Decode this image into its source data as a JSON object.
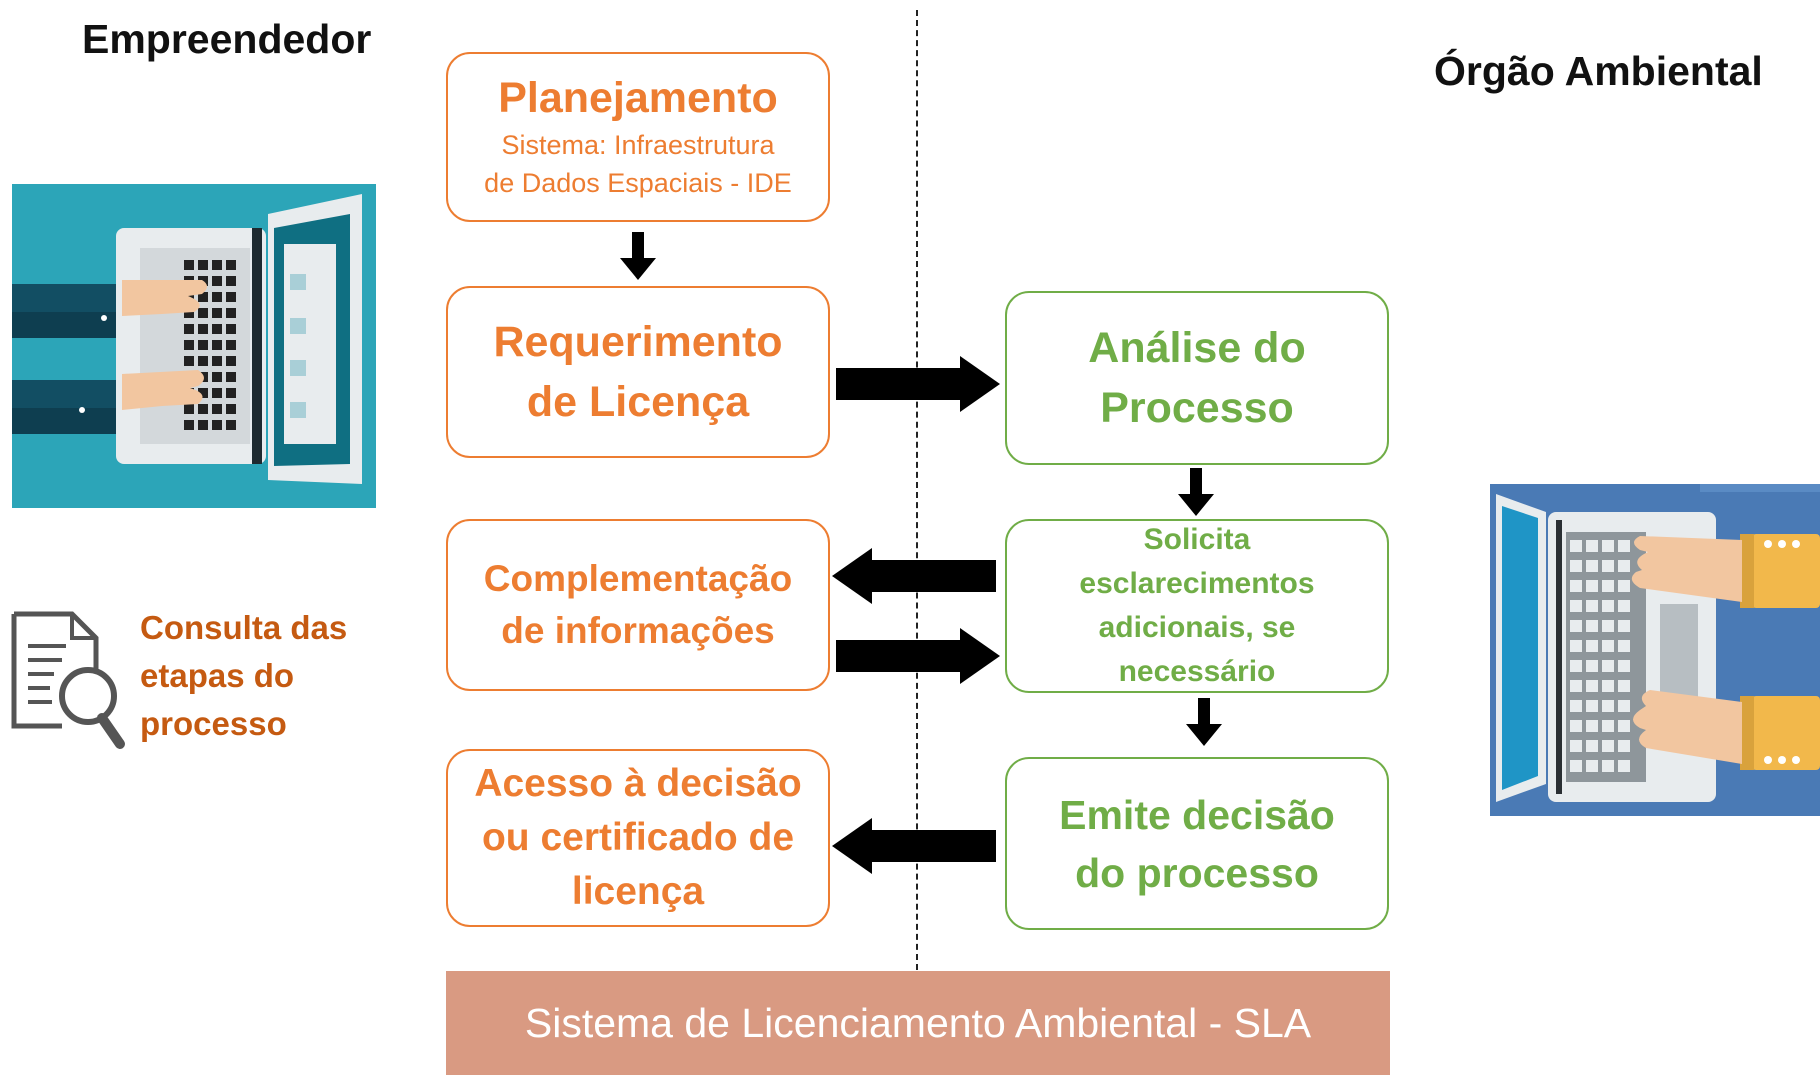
{
  "left_actor": {
    "title": "Empreendedor"
  },
  "right_actor": {
    "title": "Órgão Ambiental"
  },
  "consult": {
    "lines": [
      "Consulta das",
      "etapas do",
      "processo"
    ]
  },
  "left_boxes": {
    "planning": {
      "title": "Planejamento",
      "sub1": "Sistema: Infraestrutura",
      "sub2": "de Dados Espaciais - IDE"
    },
    "request": {
      "line1": "Requerimento",
      "line2": "de Licença"
    },
    "complement": {
      "line1": "Complementação",
      "line2": "de informações"
    },
    "access": {
      "line1": "Acesso à decisão",
      "line2": "ou certificado de",
      "line3": "licença"
    }
  },
  "right_boxes": {
    "analysis": {
      "line1": "Análise do",
      "line2": "Processo"
    },
    "clarify": {
      "line1": "Solicita",
      "line2": "esclarecimentos",
      "line3": "adicionais, se",
      "line4": "necessário"
    },
    "decision": {
      "line1": "Emite decisão",
      "line2": "do processo"
    }
  },
  "footer": {
    "label": "Sistema de Licenciamento Ambiental - SLA"
  },
  "colors": {
    "orange": "#ED7D31",
    "green": "#70AD47",
    "footer_bg": "#D99A82",
    "consult_text": "#C55A11",
    "teal_bg": "#2CA5B8",
    "blue_bg": "#4A7AB5"
  },
  "icons": [
    "laptop-user-illustration",
    "document-search-icon",
    "laptop-agency-illustration",
    "arrow-down-icon",
    "arrow-right-icon",
    "arrow-left-icon"
  ]
}
